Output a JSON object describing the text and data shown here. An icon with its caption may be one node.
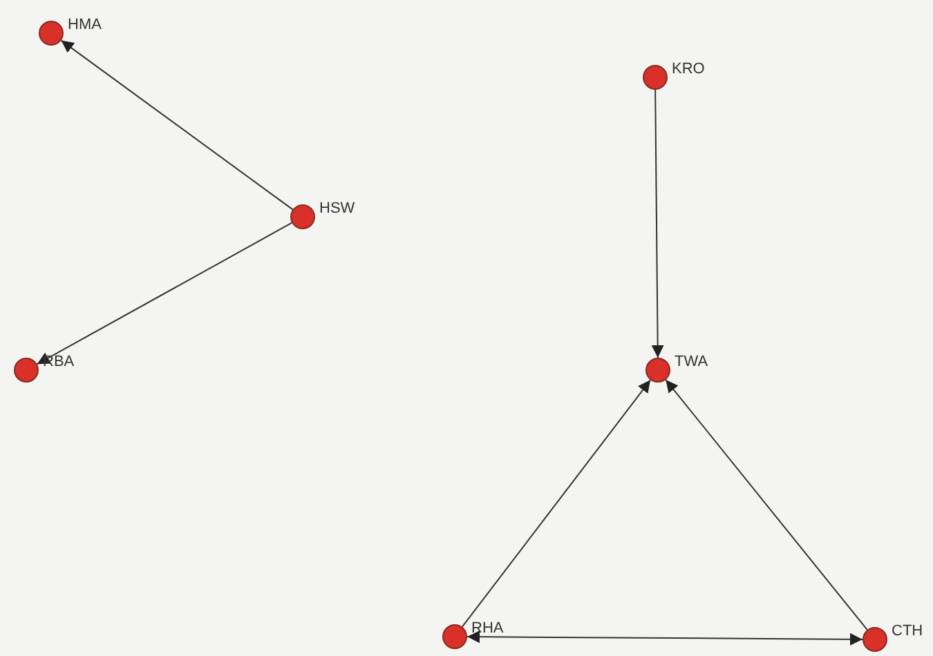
{
  "diagram": {
    "nodes": [
      {
        "text": [
          "HMA"
        ]
      },
      {
        "text": [
          "HSW"
        ]
      },
      {
        "text": [
          "RBA"
        ]
      },
      {
        "text": [
          "KRO"
        ]
      },
      {
        "text": [
          "TWA"
        ]
      },
      {
        "text": [
          "RHA"
        ]
      },
      {
        "text": [
          "CTH"
        ]
      }
    ],
    "edges": [
      {
        "from": 1,
        "to": 0,
        "arrow": "to"
      },
      {
        "from": 1,
        "to": 2,
        "arrow": "to"
      },
      {
        "from": 3,
        "to": 4,
        "arrow": "to"
      },
      {
        "from": 5,
        "to": 4,
        "arrow": "to"
      },
      {
        "from": 6,
        "to": 4,
        "arrow": "to"
      },
      {
        "from": 5,
        "to": 6,
        "arrow": "both"
      }
    ]
  }
}
